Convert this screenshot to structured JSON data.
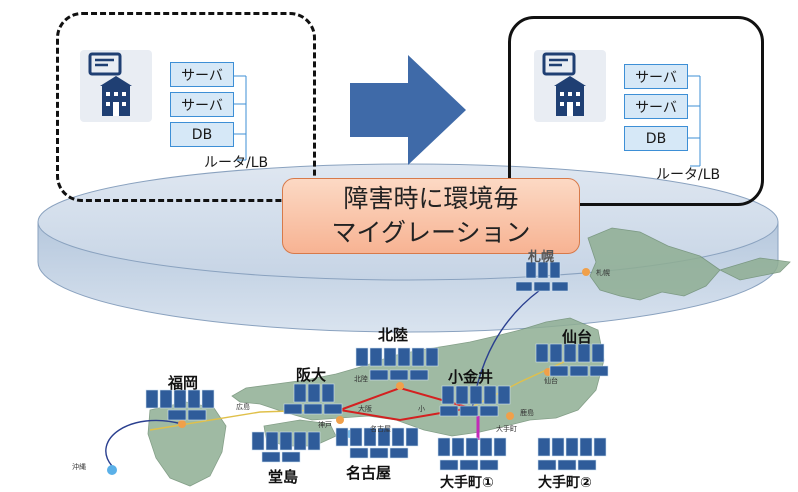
{
  "left_env": {
    "servers": [
      "サーバ",
      "サーバ",
      "DB"
    ],
    "router": "ルータ/LB"
  },
  "right_env": {
    "servers": [
      "サーバ",
      "サーバ",
      "DB"
    ],
    "router": "ルータ/LB"
  },
  "banner": {
    "line1": "障害時に環境毎",
    "line2": "マイグレーション"
  },
  "sites": {
    "sapporo": "札幌",
    "hokuriku": "北陸",
    "sendai": "仙台",
    "fukuoka": "福岡",
    "handai": "阪大",
    "koganei": "小金井",
    "dojima": "堂島",
    "nagoya": "名古屋",
    "otemachi1": "大手町①",
    "otemachi2": "大手町②"
  },
  "cities": {
    "sapporo": "札幌",
    "hiroshima": "広島",
    "osaka": "大阪",
    "kobe": "神戸",
    "okinawa": "沖縄",
    "kashima": "鹿島",
    "otemachi": "大手町",
    "hokuriku": "北陸",
    "sendai": "仙台",
    "nagoya": "名古屋",
    "koganei": "小"
  },
  "colors": {
    "arrow": "#3f6aa8",
    "disk": "#c7d5e6",
    "banner": "#f8c1a4",
    "server_fill": "#d6e8f7",
    "server_border": "#3d8fd6",
    "rack": "#2f5c9a",
    "map_land": "#8fae93",
    "link_red": "#d42020"
  }
}
